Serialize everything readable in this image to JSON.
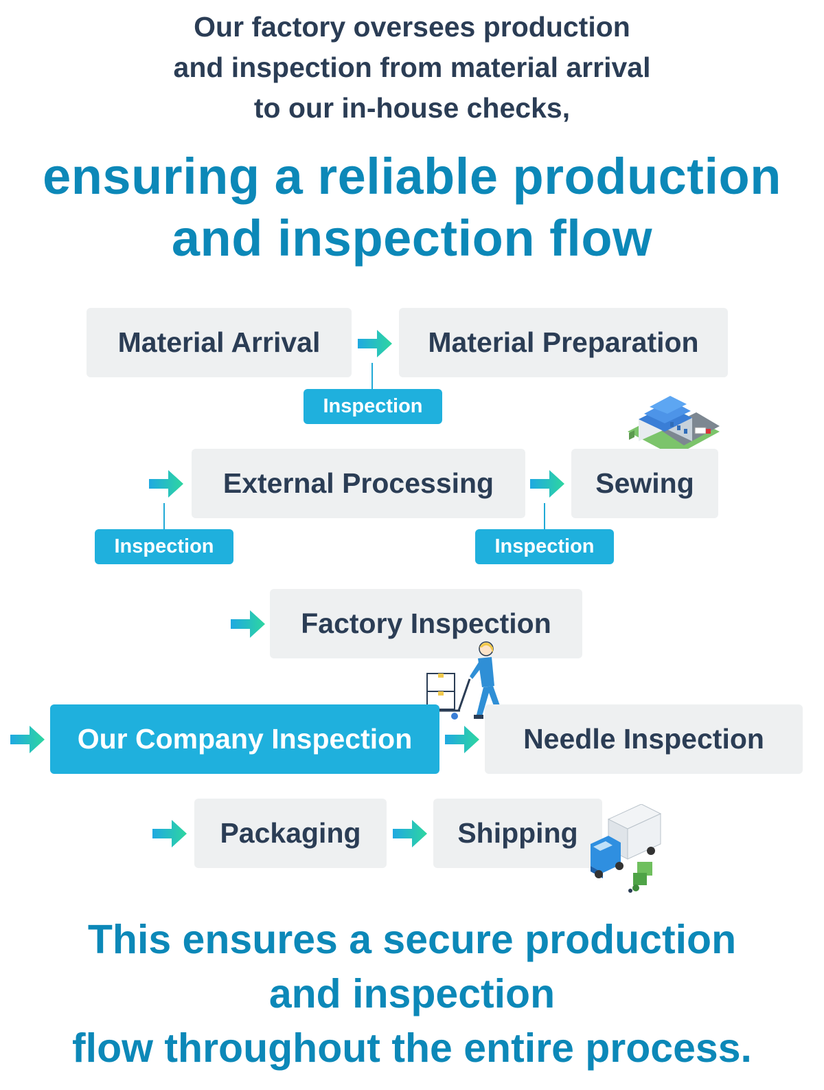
{
  "intro": {
    "line1": "Our factory oversees production",
    "line2": "and inspection from material arrival",
    "line3": "to our in-house checks,"
  },
  "headline": {
    "line1": "ensuring a reliable production",
    "line2": "and inspection flow"
  },
  "flow": {
    "steps": [
      "Material Arrival",
      "Material Preparation",
      "External Processing",
      "Sewing",
      "Factory Inspection",
      "Our Company Inspection",
      "Needle Inspection",
      "Packaging",
      "Shipping"
    ],
    "inspection_tag": "Inspection"
  },
  "closing": {
    "line1": "This ensures a secure production",
    "line2": "and inspection",
    "line3": "flow throughout the entire process."
  },
  "colors": {
    "heading_dark": "#2b3d55",
    "accent_blue": "#0c88b8",
    "tag_blue": "#1fb0dd",
    "step_bg": "#eef0f1",
    "arrow_gradient_start": "#1fa9e1",
    "arrow_gradient_end": "#2ed6a0"
  },
  "icons": {
    "arrow": "arrow-right-gradient-icon",
    "factory": "factory-building-illustration",
    "worker": "worker-with-cart-illustration",
    "truck": "delivery-truck-illustration"
  }
}
